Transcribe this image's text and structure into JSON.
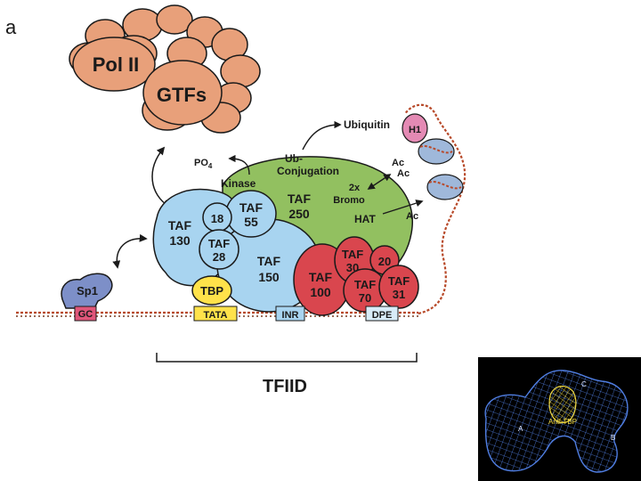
{
  "panel_label": "a",
  "complexes": {
    "pol2": "Pol II",
    "gtfs": "GTFs"
  },
  "tafs": {
    "taf130": [
      "TAF",
      "130"
    ],
    "taf18": "18",
    "taf55": [
      "TAF",
      "55"
    ],
    "taf28": [
      "TAF",
      "28"
    ],
    "taf150": [
      "TAF",
      "150"
    ],
    "taf250": [
      "TAF",
      "250"
    ],
    "taf30": [
      "TAF",
      "30"
    ],
    "taf20": "20",
    "taf100": [
      "TAF",
      "100"
    ],
    "taf70": [
      "TAF",
      "70"
    ],
    "taf31": [
      "TAF",
      "31"
    ]
  },
  "factors": {
    "sp1": "Sp1",
    "tbp": "TBP",
    "h1": "H1"
  },
  "elements": {
    "gc": "GC",
    "tata": "TATA",
    "inr": "INR",
    "dpe": "DPE"
  },
  "annotations": {
    "ubiquitin": "Ubiquitin",
    "po4": "PO",
    "po4_sub": "4",
    "kinase": "Kinase",
    "ub_conj": [
      "Ub-",
      "Conjugation"
    ],
    "bromo": [
      "2x",
      "Bromo"
    ],
    "hat": "HAT",
    "ac": "Ac"
  },
  "bracket_label": "TFIID",
  "em_panel": {
    "anti_tbp": "Anti-TBP",
    "c": "C",
    "a": "A",
    "b": "B"
  },
  "colors": {
    "salmon": "#E8A07A",
    "taf_blue": "#A8D4F0",
    "taf_green": "#92C060",
    "taf_red": "#D9464E",
    "tbp_yellow": "#FFE24A",
    "h1_pink": "#E48AB4",
    "nucleosome": "#9FB8DA",
    "sp1_blue": "#7D8FC8",
    "gc_red": "#E0567A",
    "dna": "#B84A2A"
  }
}
